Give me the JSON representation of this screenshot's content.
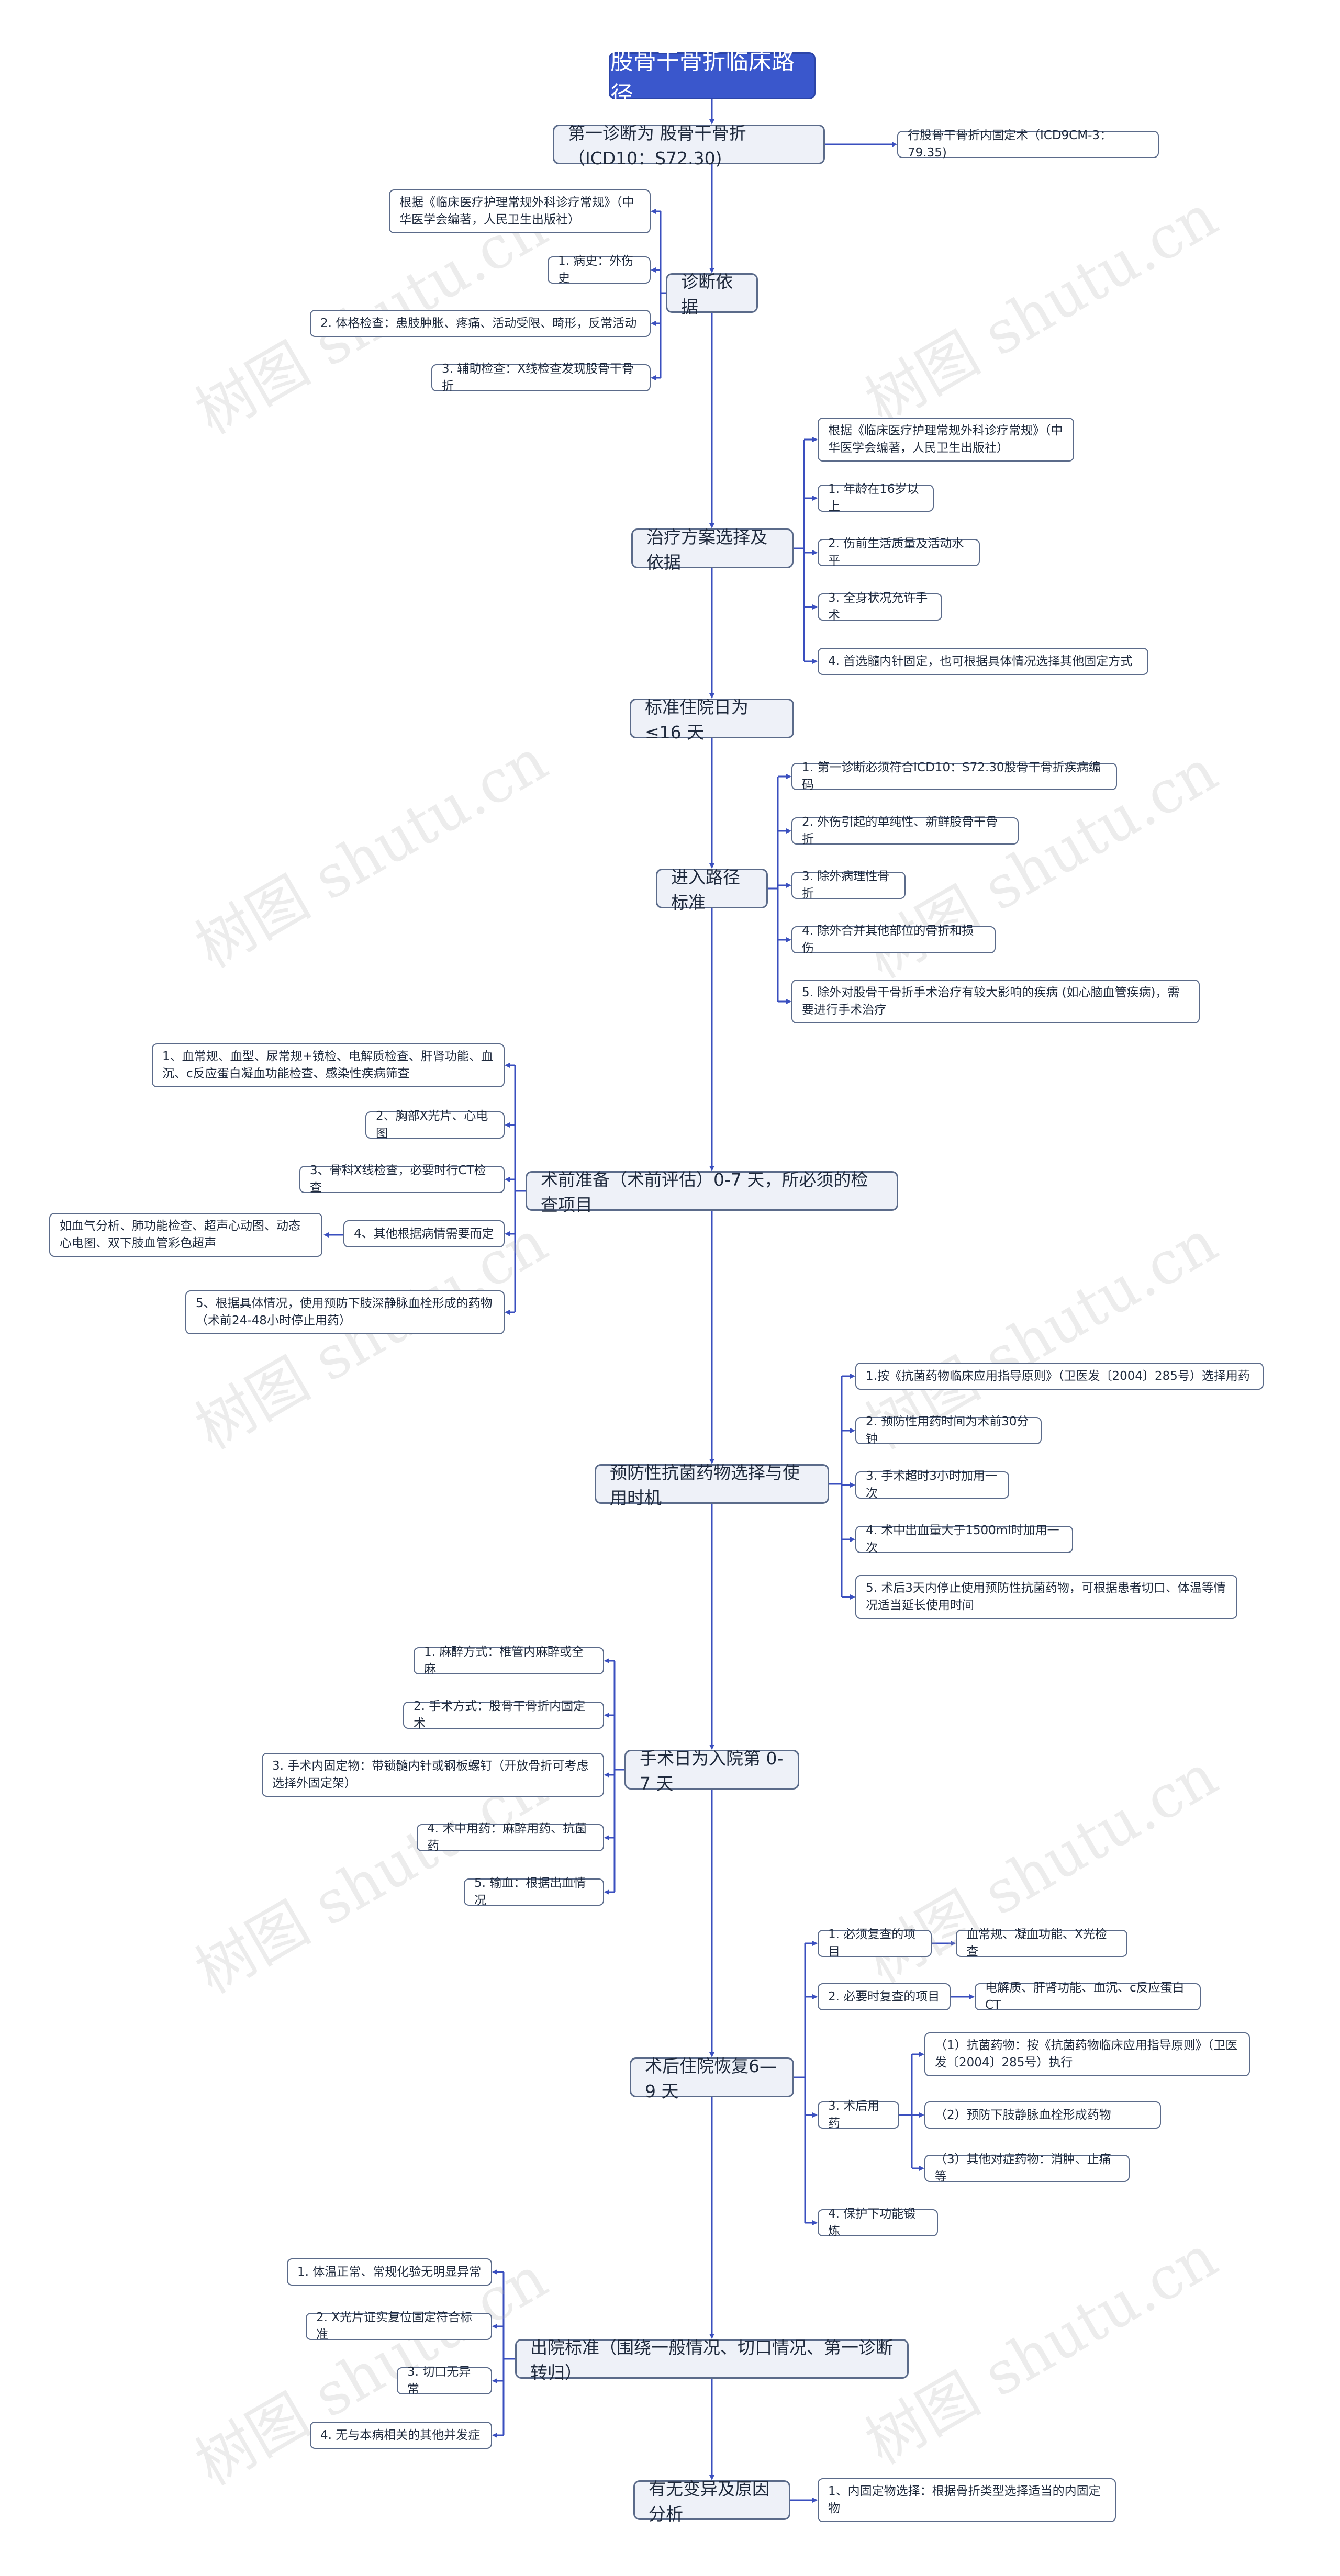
{
  "root": {
    "title": "股骨干骨折临床路径"
  },
  "colors": {
    "line": "#3a4fbf",
    "root_fill": "#3a57cc",
    "node_fill": "#eef1f8",
    "node_border": "#5b6b8a",
    "leaf_fill": "#ffffff"
  },
  "watermark": "树图 shutu.cn",
  "sections": {
    "diagnosis": {
      "label": "第一诊断为 股骨干骨折（ICD10：S72.30)",
      "side": [
        "行股骨干骨折内固定术（ICD9CM-3：79.35)"
      ]
    },
    "basis": {
      "label": "诊断依据",
      "items": [
        "根据《临床医疗护理常规外科诊疗常规》（中华医学会编著，人民卫生出版社）",
        "1. 病史：外伤史",
        "2. 体格检查：患肢肿胀、疼痛、活动受限、畸形，反常活动",
        "3. 辅助检查：X线检查发现股骨干骨折"
      ]
    },
    "treatment": {
      "label": "治疗方案选择及依据",
      "items": [
        "根据《临床医疗护理常规外科诊疗常规》（中华医学会编著，人民卫生出版社）",
        "1. 年龄在16岁以上",
        "2. 伤前生活质量及活动水平",
        "3. 全身状况允许手术",
        "4. 首选髓内针固定，也可根据具体情况选择其他固定方式"
      ]
    },
    "stay": {
      "label": "标准住院日为≤16 天"
    },
    "entry": {
      "label": "进入路径标准",
      "items": [
        "1. 第一诊断必须符合ICD10：S72.30股骨干骨折疾病编码",
        "2. 外伤引起的单纯性、新鲜股骨干骨折",
        "3. 除外病理性骨折",
        "4. 除外合并其他部位的骨折和损伤",
        "5. 除外对股骨干骨折手术治疗有较大影响的疾病 (如心脑血管疾病)，需要进行手术治疗"
      ]
    },
    "preop": {
      "label": "术前准备（术前评估）0-7 天，所必须的检查项目",
      "items": [
        "1、血常规、血型、尿常规+镜检、电解质检查、肝肾功能、血沉、c反应蛋白凝血功能检查、感染性疾病筛查",
        "2、胸部X光片、心电图",
        "3、骨科X线检查，必要时行CT检查",
        "4、其他根据病情需要而定",
        "5、根据具体情况，使用预防下肢深静脉血栓形成的药物（术前24-48小时停止用药）"
      ],
      "item4_child": "如血气分析、肺功能检查、超声心动图、动态心电图、双下肢血管彩色超声"
    },
    "antibiotic": {
      "label": "预防性抗菌药物选择与使用时机",
      "items": [
        "1.按《抗菌药物临床应用指导原则》（卫医发〔2004〕285号）选择用药",
        "2. 预防性用药时间为术前30分钟",
        "3. 手术超时3小时加用一次",
        "4. 术中出血量大于1500ml时加用一次",
        "5. 术后3天内停止使用预防性抗菌药物，可根据患者切口、体温等情况适当延长使用时间"
      ]
    },
    "surgery": {
      "label": "手术日为入院第 0-7 天",
      "items": [
        "1. 麻醉方式：椎管内麻醉或全麻",
        "2. 手术方式：股骨干骨折内固定术",
        "3. 手术内固定物：带锁髓内针或钢板螺钉（开放骨折可考虑选择外固定架）",
        "4. 术中用药：麻醉用药、抗菌药",
        "5. 输血：根据出血情况"
      ]
    },
    "postop": {
      "label": "术后住院恢复6—9 天",
      "items": [
        {
          "label": "1. 必须复查的项目",
          "child": "血常规、凝血功能、X光检查"
        },
        {
          "label": "2. 必要时复查的项目",
          "child": "电解质、肝肾功能、血沉、c反应蛋白CT"
        },
        {
          "label": "3. 术后用药",
          "children": [
            "（1）抗菌药物：按《抗菌药物临床应用指导原则》（卫医发〔2004〕285号）执行",
            "（2）预防下肢静脉血栓形成药物",
            "（3）其他对症药物：消肿、止痛等"
          ]
        },
        {
          "label": "4. 保护下功能锻炼"
        }
      ]
    },
    "discharge": {
      "label": "出院标准（围绕一般情况、切口情况、第一诊断转归）",
      "items": [
        "1. 体温正常、常规化验无明显异常",
        "2. X光片证实复位固定符合标准",
        "3. 切口无异常",
        "4. 无与本病相关的其他并发症"
      ]
    },
    "variation": {
      "label": "有无变异及原因分析",
      "side": [
        "1、内固定物选择：根据骨折类型选择适当的内固定物"
      ]
    }
  }
}
